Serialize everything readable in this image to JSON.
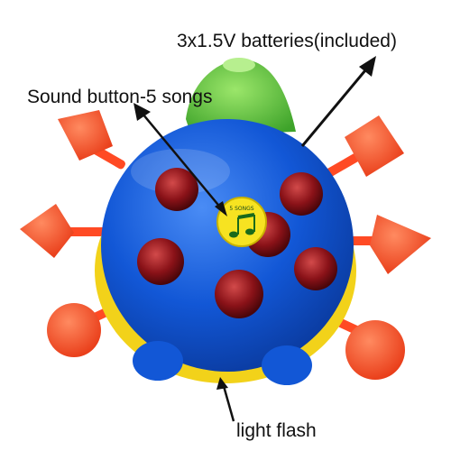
{
  "annotations": {
    "batteries": "3x1.5V batteries(included)",
    "sound_button": "Sound button-5 songs",
    "light_flash": "light flash"
  },
  "toy": {
    "button_text": "5 SONGS",
    "light_count": 6
  },
  "colors": {
    "shell_blue": "#1257d6",
    "head_green": "#5cc43a",
    "leg_red": "#ff4a24",
    "light_red": "#8a1218",
    "button_yellow": "#f7e321",
    "arrow": "#111111"
  }
}
